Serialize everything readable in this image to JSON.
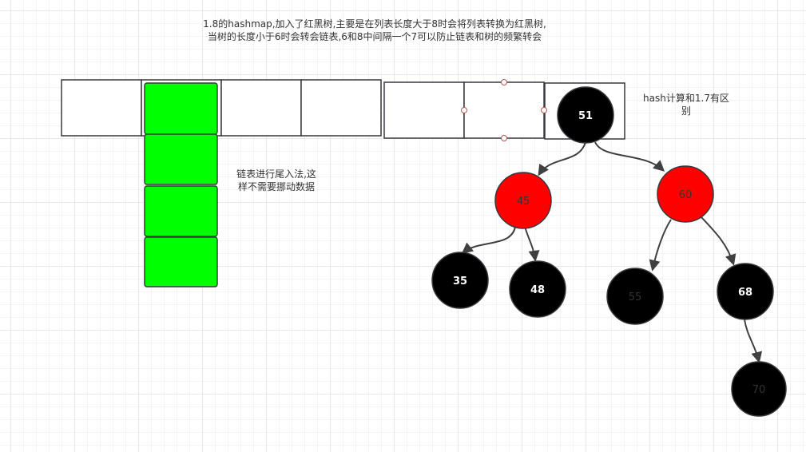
{
  "annotations": {
    "title": "1.8的hashmap,加入了红黑树,主要是在列表长度大于8时会将列表转换为红黑树,当树的长度小于6时会转会链表,6和8中间隔一个7可以防止链表和树的频繁转会",
    "linked_list_note": "链表进行尾入法,这样不需要挪动数据",
    "hash_note": "hash计算和1.7有区别"
  },
  "tree": {
    "nodes": [
      {
        "id": "n51",
        "label": "51",
        "color": "black"
      },
      {
        "id": "n45",
        "label": "45",
        "color": "red"
      },
      {
        "id": "n60",
        "label": "60",
        "color": "red"
      },
      {
        "id": "n35",
        "label": "35",
        "color": "black"
      },
      {
        "id": "n48",
        "label": "48",
        "color": "black"
      },
      {
        "id": "n55",
        "label": "55",
        "color": "black"
      },
      {
        "id": "n68",
        "label": "68",
        "color": "black"
      },
      {
        "id": "n70",
        "label": "70",
        "color": "black"
      }
    ],
    "edges": [
      [
        "n51",
        "n45"
      ],
      [
        "n51",
        "n60"
      ],
      [
        "n45",
        "n35"
      ],
      [
        "n45",
        "n48"
      ],
      [
        "n60",
        "n55"
      ],
      [
        "n60",
        "n68"
      ],
      [
        "n68",
        "n70"
      ]
    ]
  },
  "colors": {
    "black_node": "#000000",
    "red_node": "#ff0000",
    "list_node": "#00ff00",
    "white_label": "#ffffff",
    "dark_label": "#333333",
    "outline": "#36393d",
    "edge": "#404040"
  }
}
